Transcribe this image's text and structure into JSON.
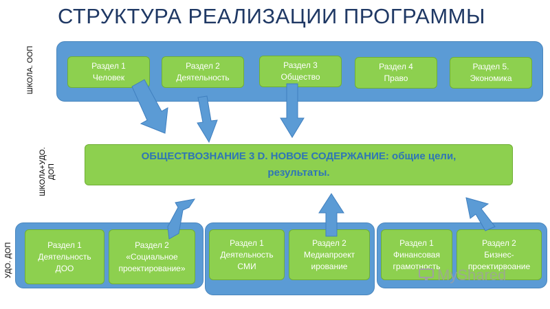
{
  "title": "СТРУКТУРА РЕАЛИЗАЦИИ ПРОГРАММЫ",
  "side_labels": {
    "top": "ШКОЛА. ООП",
    "middle_line1": "ШКОЛА+УДО.",
    "middle_line2": "ДОП",
    "bottom": "УДО. ДОП"
  },
  "top_sections": [
    {
      "line1": "Раздел 1",
      "line2": "Человек"
    },
    {
      "line1": "Раздел 2",
      "line2": "Деятельность"
    },
    {
      "line1": "Раздел 3",
      "line2": "Общество"
    },
    {
      "line1": "Раздел 4",
      "line2": "Право"
    },
    {
      "line1": "Раздел 5.",
      "line2": "Экономика"
    }
  ],
  "center": {
    "line1": "ОБЩЕСТВОЗНАНИЕ 3 D. НОВОЕ СОДЕРЖАНИЕ: общие цели,",
    "line2": "результаты."
  },
  "bottom_groups": [
    {
      "boxes": [
        {
          "line1": "Раздел 1",
          "line2": "Деятельность",
          "line3": "ДОО"
        },
        {
          "line1": "Раздел 2",
          "line2": "«Социальное",
          "line3": "проектирование»"
        }
      ]
    },
    {
      "boxes": [
        {
          "line1": "Раздел 1",
          "line2": "Деятельность",
          "line3": "СМИ"
        },
        {
          "line1": "Раздел 2",
          "line2": "Медиапроект",
          "line3": "ирование"
        }
      ]
    },
    {
      "boxes": [
        {
          "line1": "Раздел 1",
          "line2": "Финансовая",
          "line3": "грамотность"
        },
        {
          "line1": "Раздел 2",
          "line2": "Бизнес-",
          "line3": "проектирвоание"
        }
      ]
    }
  ],
  "watermark": "MyShared",
  "colors": {
    "band": "#5b9bd5",
    "box": "#8dd04f",
    "title": "#1f3864",
    "center_text": "#2e75b6"
  }
}
